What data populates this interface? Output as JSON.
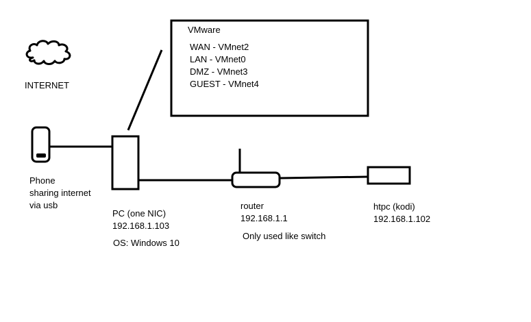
{
  "colors": {
    "ink": "#000000",
    "background": "#ffffff"
  },
  "labels": {
    "internet": "INTERNET",
    "vmware_title": "VMware",
    "vmnets": [
      "WAN - VMnet2",
      "LAN - VMnet0",
      "DMZ - VMnet3",
      "GUEST - VMnet4"
    ],
    "phone": [
      "Phone",
      "sharing internet",
      "via usb"
    ],
    "pc": [
      "PC (one NIC)",
      "192.168.1.103"
    ],
    "pc_os": "OS: Windows 10",
    "router": [
      "router",
      "192.168.1.1"
    ],
    "router_note": "Only used like switch",
    "htpc": [
      "htpc (kodi)",
      "192.168.1.102"
    ]
  },
  "icons": {
    "internet": "cloud-icon",
    "phone": "phone-icon",
    "pc": "pc-tower-icon",
    "router": "router-icon",
    "htpc": "htpc-icon"
  }
}
